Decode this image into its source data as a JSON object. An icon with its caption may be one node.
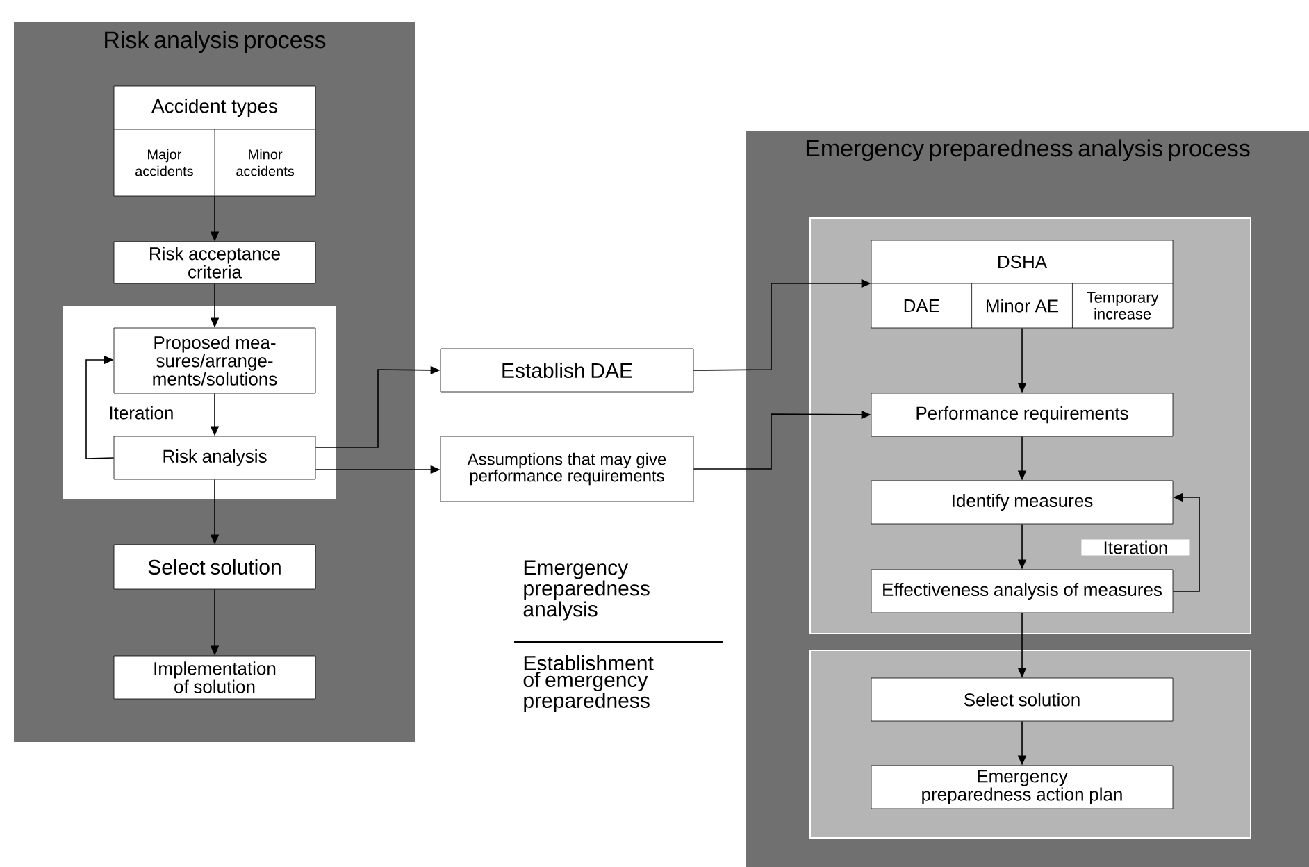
{
  "diagram": {
    "nodes": [
      {
        "text": [
          "Risk analysis process"
        ]
      },
      {
        "text": [
          "Accident types",
          "Major accidents",
          "Minor accidents"
        ],
        "in": 0
      },
      {
        "text": [
          "Risk acceptance criteria"
        ],
        "in": 0
      },
      {
        "text": [],
        "shape": "box",
        "in": 0
      },
      {
        "text": [
          "Proposed mea- sures/arrange- ments/solutions"
        ],
        "in": 3
      },
      {
        "text": [
          "Risk analysis"
        ],
        "in": 3
      },
      {
        "text": [
          "Select solution"
        ],
        "in": 0
      },
      {
        "text": [
          "Implementation of solution"
        ],
        "in": 0
      },
      {
        "text": [
          "Establish DAE"
        ]
      },
      {
        "text": [
          "Assumptions that may give performance requirements"
        ]
      },
      {
        "text": [
          "Emergency preparedness analysis process"
        ]
      },
      {
        "text": [],
        "shape": "box",
        "in": 10
      },
      {
        "text": [
          "DSHA",
          "DAE",
          "Minor AE",
          "Temporary increase"
        ],
        "in": 11
      },
      {
        "text": [
          "Performance requirements"
        ],
        "in": 11
      },
      {
        "text": [
          "Identify measures"
        ],
        "in": 11
      },
      {
        "text": [
          "Effectiveness analysis of measures"
        ],
        "in": 11
      },
      {
        "text": [],
        "shape": "box",
        "in": 10
      },
      {
        "text": [
          "Select solution"
        ],
        "in": 16
      },
      {
        "text": [
          "Emergency preparedness action plan"
        ],
        "in": 16
      }
    ],
    "edges": [
      {
        "from": 1,
        "to": 2,
        "arrow": "to"
      },
      {
        "from": 2,
        "to": 4,
        "arrow": "to"
      },
      {
        "from": 4,
        "to": 5,
        "arrow": "to"
      },
      {
        "from": 5,
        "to": 4,
        "arrow": "to"
      },
      {
        "from": 5,
        "to": 6,
        "arrow": "to"
      },
      {
        "from": 6,
        "to": 7,
        "arrow": "to"
      },
      {
        "from": 5,
        "to": 8,
        "arrow": "to"
      },
      {
        "from": 5,
        "to": 9,
        "arrow": "to"
      },
      {
        "from": 8,
        "to": 12,
        "arrow": "to"
      },
      {
        "from": 9,
        "to": 13,
        "arrow": "to"
      },
      {
        "from": 12,
        "to": 13,
        "arrow": "to"
      },
      {
        "from": 13,
        "to": 14,
        "arrow": "to"
      },
      {
        "from": 14,
        "to": 15,
        "arrow": "to"
      },
      {
        "from": 15,
        "to": 14,
        "arrow": "to"
      },
      {
        "from": 15,
        "to": 17,
        "arrow": "to"
      },
      {
        "from": 17,
        "to": 18,
        "arrow": "to"
      }
    ],
    "labels": [
      "Iteration",
      "Iteration",
      "Emergency preparedness analysis",
      "Establishment of emergency preparedness"
    ]
  }
}
